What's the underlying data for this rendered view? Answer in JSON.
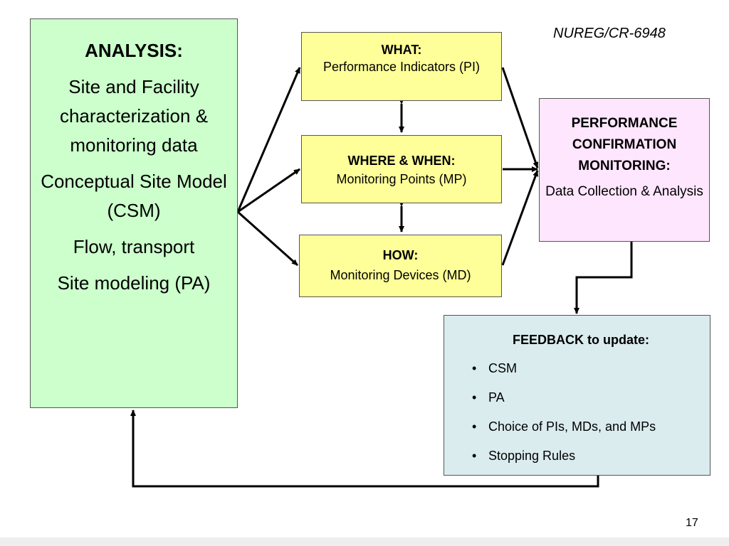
{
  "document_id": "NUREG/CR-6948",
  "page_number": "17",
  "analysis": {
    "title": "ANALYSIS:",
    "items": [
      "Site and Facility characterization & monitoring data",
      "Conceptual Site Model (CSM)",
      "Flow, transport",
      "Site modeling (PA)"
    ]
  },
  "what": {
    "title": "WHAT:",
    "text": "Performance Indicators (PI)"
  },
  "where_when": {
    "title": "WHERE & WHEN:",
    "text": "Monitoring Points (MP)"
  },
  "how": {
    "title": "HOW:",
    "text": "Monitoring Devices (MD)"
  },
  "performance": {
    "title": "PERFORMANCE CONFIRMATION MONITORING:",
    "text": "Data Collection & Analysis"
  },
  "feedback": {
    "title": "FEEDBACK to update:",
    "bullet": "•",
    "items": [
      "CSM",
      "PA",
      "Choice of PIs, MDs, and MPs",
      "Stopping Rules"
    ]
  },
  "colors": {
    "analysis_fill": "#ccffcc",
    "yellow_fill": "#ffff99",
    "pink_fill": "#ffe6ff",
    "feedback_fill": "#dbecef"
  }
}
